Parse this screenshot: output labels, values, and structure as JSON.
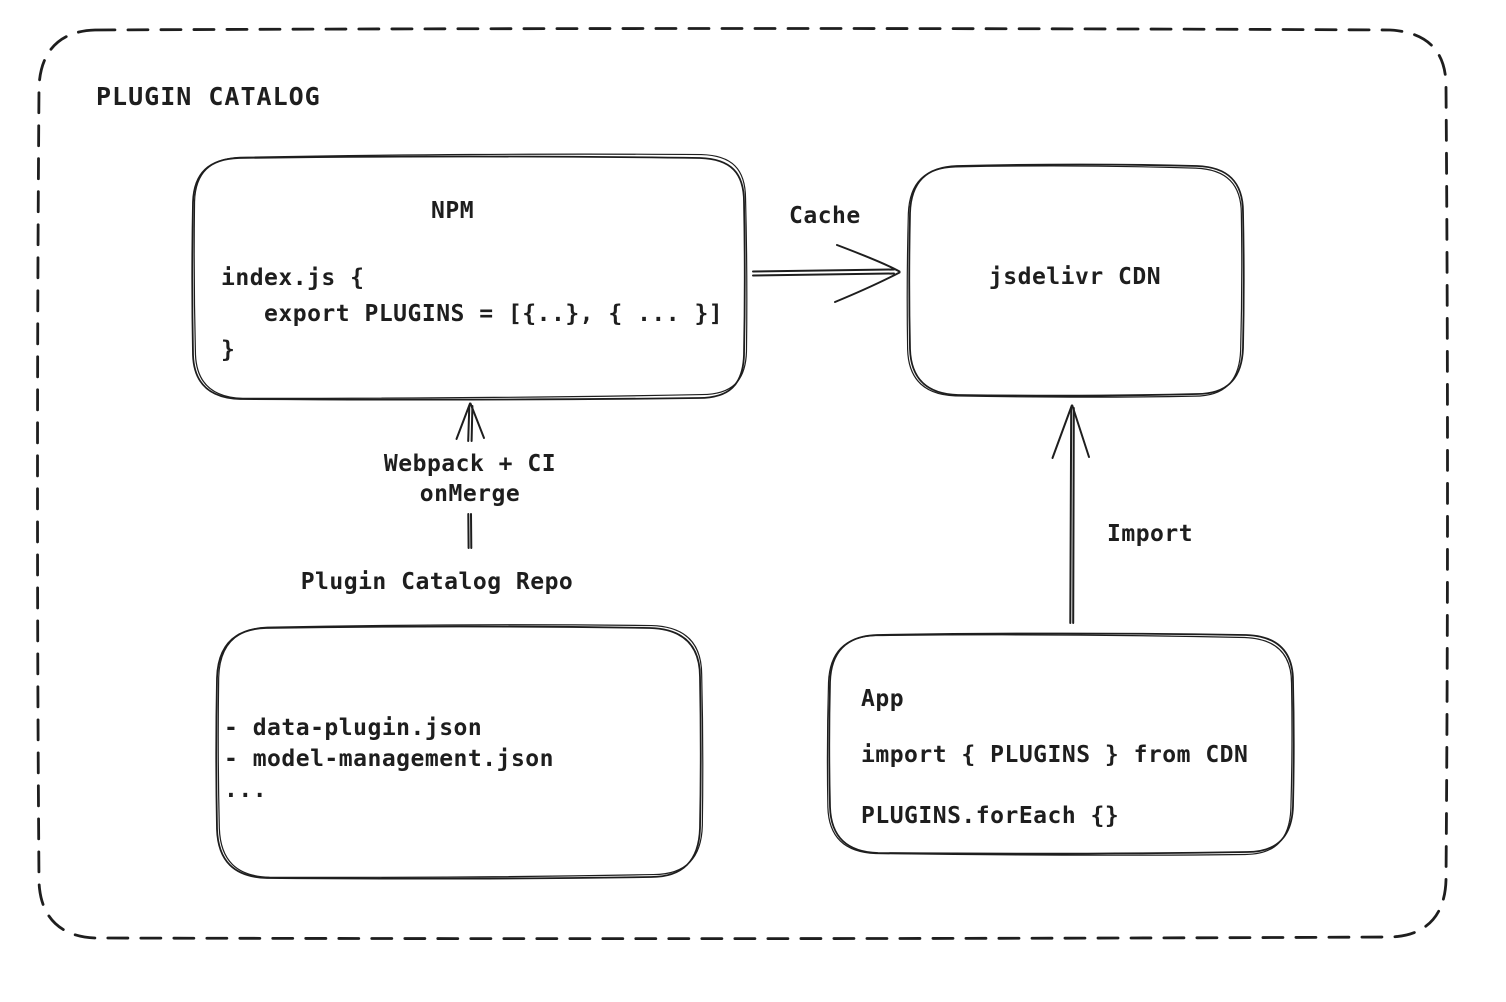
{
  "diagram": {
    "title": "PLUGIN CATALOG",
    "nodes": {
      "npm": {
        "title": "NPM",
        "code": "index.js {\n   export PLUGINS = [{..}, { ... }]\n}"
      },
      "cdn": {
        "title": "jsdelivr CDN"
      },
      "repo": {
        "title": "Plugin Catalog Repo",
        "files": "- data-plugin.json\n- model-management.json\n..."
      },
      "app": {
        "title": "App",
        "import_line": "import { PLUGINS } from CDN",
        "foreach_line": "PLUGINS.forEach {}"
      }
    },
    "edges": {
      "cache": {
        "label": "Cache"
      },
      "build": {
        "label": "Webpack + CI\nonMerge"
      },
      "import_edge": {
        "label": "Import"
      }
    },
    "colors": {
      "stroke": "#1e1e1e",
      "background": "#ffffff"
    }
  }
}
